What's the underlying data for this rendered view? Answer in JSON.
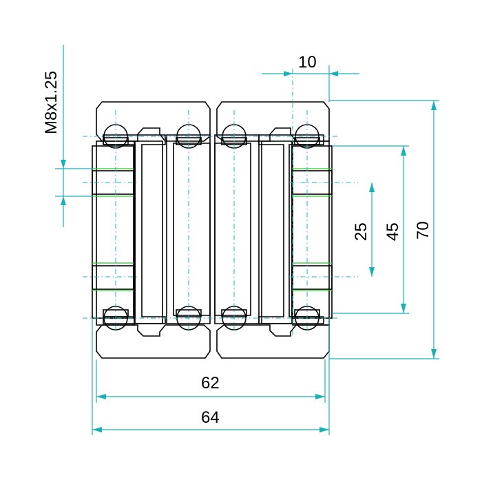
{
  "drawing": {
    "thread_label": "M8x1.25",
    "dim_top": "10",
    "dim_inner": "25",
    "dim_middle": "45",
    "dim_outer": "70",
    "dim_width_inner": "62",
    "dim_width_outer": "64"
  },
  "colors": {
    "outline": "#000000",
    "hatch": "#e02020",
    "dimension": "#1ab0b8",
    "highlight": "#28c828"
  }
}
